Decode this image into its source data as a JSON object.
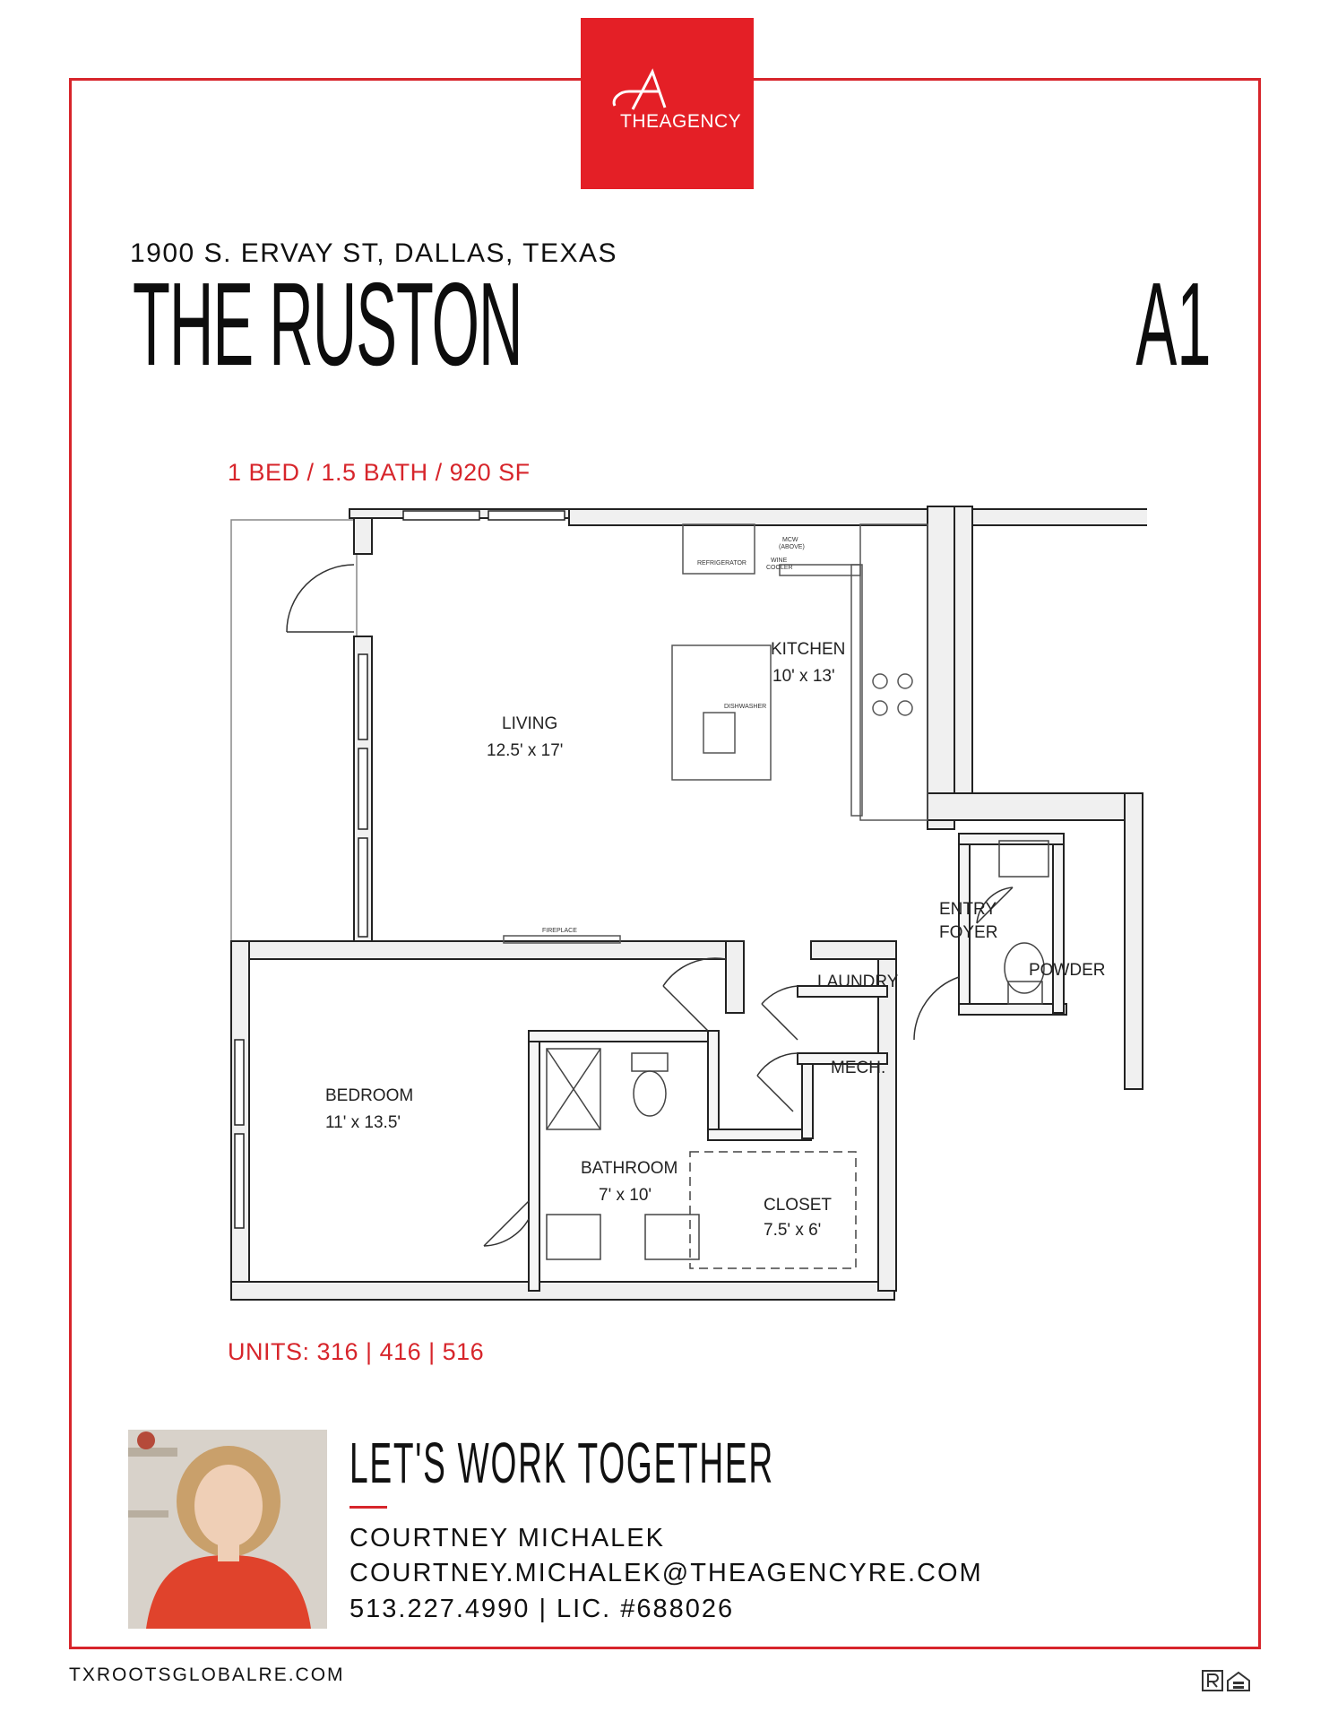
{
  "brand": {
    "logo_text": "THEAGENCY",
    "accent_color": "#e41f26"
  },
  "header": {
    "address": "1900 S. ERVAY ST, DALLAS, TEXAS",
    "title": "THE RUSTON",
    "unit_code": "A1"
  },
  "plan": {
    "specs": "1 BED / 1.5 BATH / 920 SF",
    "units": "UNITS: 316 | 416 | 516",
    "rooms": {
      "kitchen_name": "KITCHEN",
      "kitchen_size": "10' x 13'",
      "living_name": "LIVING",
      "living_size": "12.5' x 17'",
      "entry_line1": "ENTRY",
      "entry_line2": "FOYER",
      "powder": "POWDER",
      "laundry": "LAUNDRY",
      "mech": "MECH.",
      "bedroom_name": "BEDROOM",
      "bedroom_size": "11' x 13.5'",
      "bathroom_name": "BATHROOM",
      "bathroom_size": "7' x 10'",
      "closet_name": "CLOSET",
      "closet_size": "7.5' x 6'"
    },
    "fixtures": {
      "refrigerator": "REFRIGERATOR",
      "mcw": "MCW",
      "above": "(ABOVE)",
      "wine": "WINE",
      "cooler": "COOLER",
      "dishwasher": "DISHWASHER",
      "fireplace": "FIREPLACE"
    }
  },
  "contact": {
    "heading": "LET'S WORK TOGETHER",
    "name": "COURTNEY MICHALEK",
    "email": "COURTNEY.MICHALEK@THEAGENCYRE.COM",
    "phone_license": "513.227.4990 | LIC. #688026"
  },
  "footer": {
    "website": "TXROOTSGLOBALRE.COM"
  }
}
